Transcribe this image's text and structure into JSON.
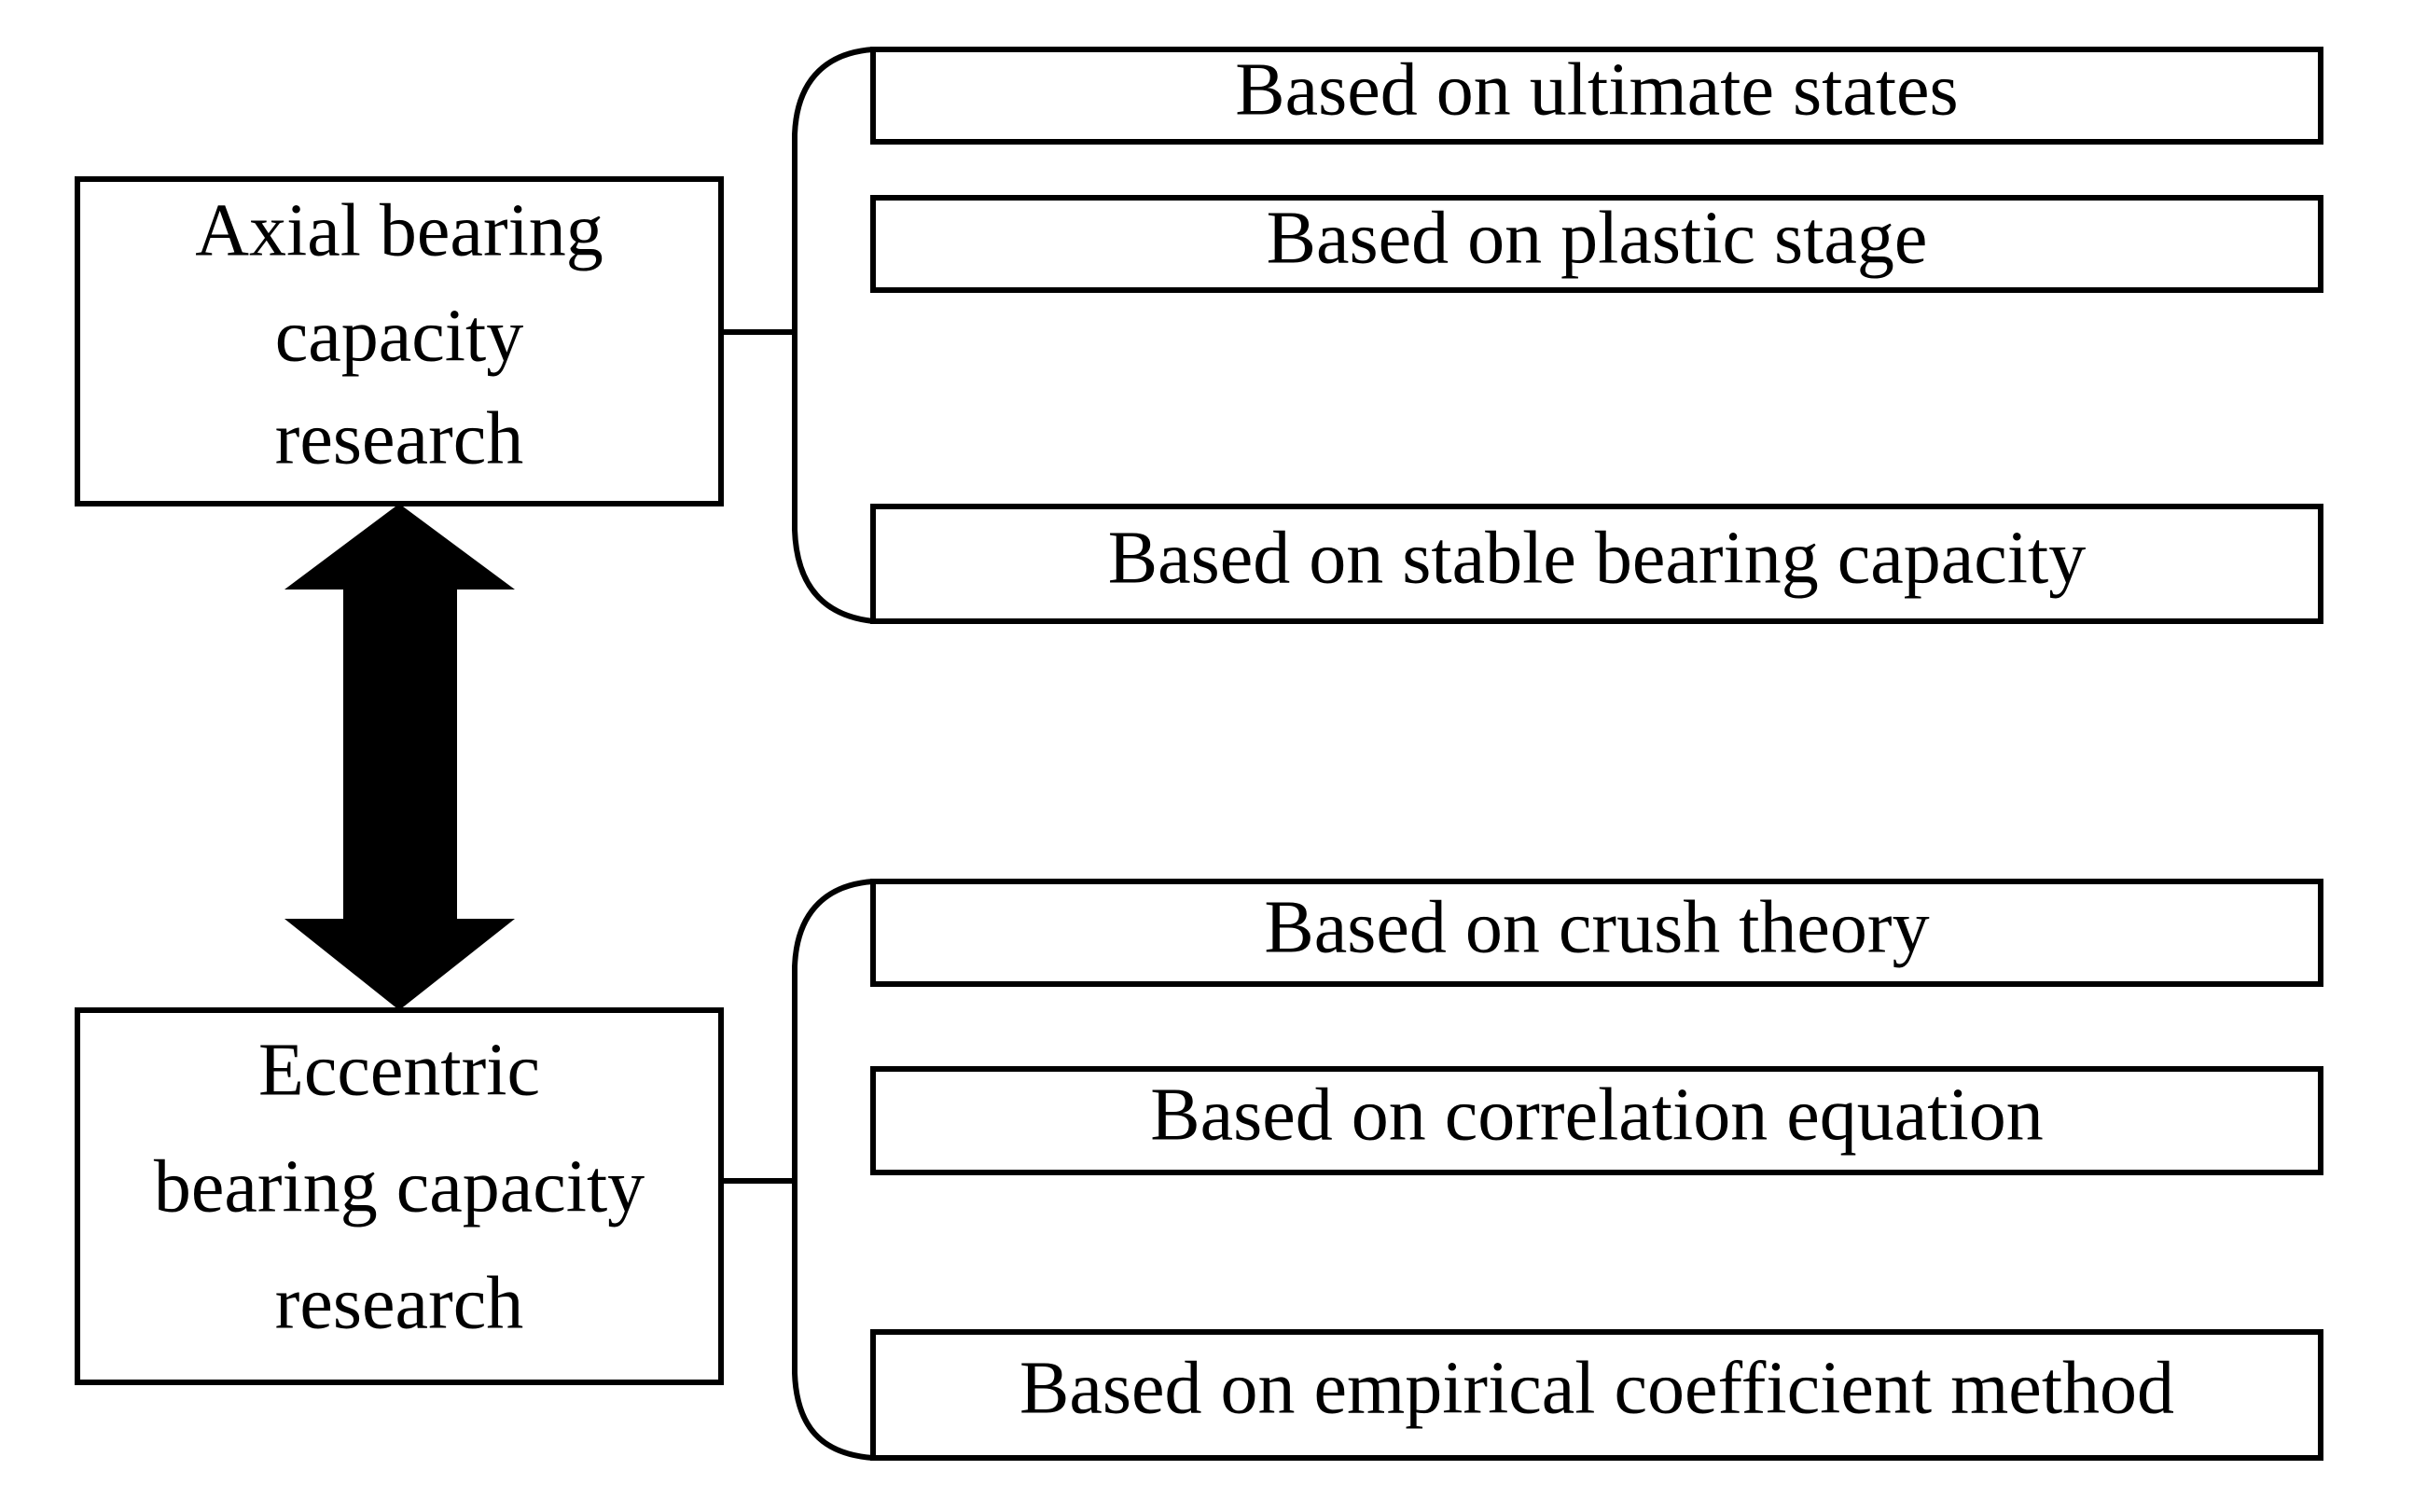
{
  "diagram": {
    "type": "hierarchy-tree",
    "orientation": "left-to-right",
    "background_color": "#ffffff",
    "line_color": "#000000",
    "text_color": "#000000",
    "box_fill": "#ffffff",
    "relation": {
      "name": "bidirectional-arrow",
      "glyph": "double-headed-vertical-arrow",
      "from": "Axial bearing capacity research",
      "to": "Eccentric bearing capacity research",
      "color": "#000000"
    },
    "groups": [
      {
        "id": "axial",
        "root": {
          "lines": [
            "Axial bearing",
            "capacity",
            "research"
          ],
          "full_text": "Axial bearing capacity research"
        },
        "brace": "curly-brace-right",
        "children": [
          {
            "id": "axial-1",
            "label": "Based on ultimate states"
          },
          {
            "id": "axial-2",
            "label": "Based on plastic stage"
          },
          {
            "id": "axial-3",
            "label": "Based on stable bearing capacity"
          }
        ]
      },
      {
        "id": "eccentric",
        "root": {
          "lines": [
            "Eccentric",
            "bearing capacity",
            "research"
          ],
          "full_text": "Eccentric bearing capacity research"
        },
        "brace": "curly-brace-right",
        "children": [
          {
            "id": "ecc-1",
            "label": "Based on crush theory"
          },
          {
            "id": "ecc-2",
            "label": "Based on correlation equation"
          },
          {
            "id": "ecc-3",
            "label": "Based on empirical coefficient method"
          }
        ]
      }
    ]
  }
}
